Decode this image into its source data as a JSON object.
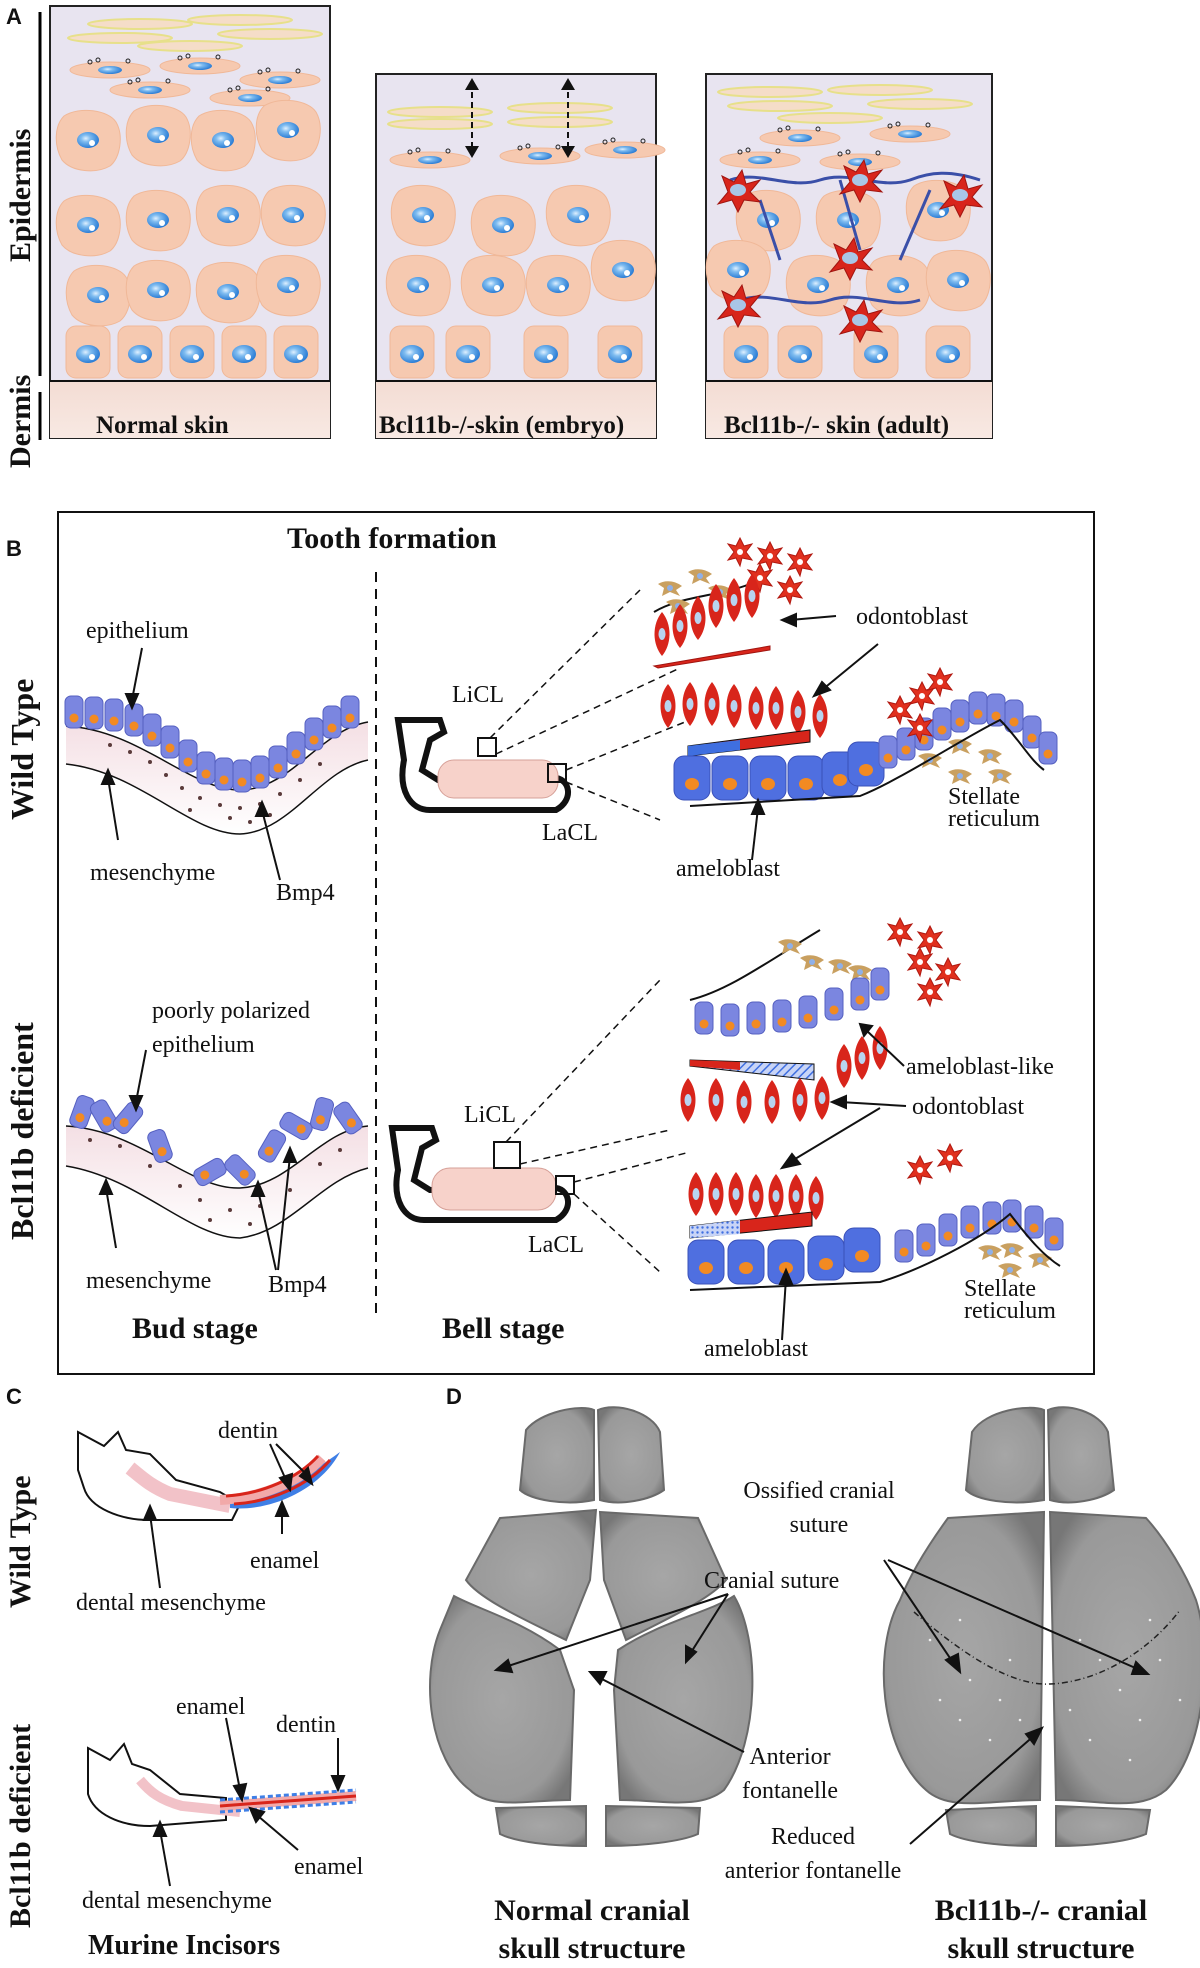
{
  "colors": {
    "cell": "#f6c9b0",
    "nucleus": "#4a9be0",
    "melanocyte": "#d8251b",
    "epi_blue": "#7b86e0",
    "ameloblast": "#4f6fe0",
    "dentin_red": "#d8251b",
    "enamel_blue": "#3f7fe6",
    "skull_gray": "#9a9a9a",
    "skin_bg": "#e7e3f0"
  },
  "panelA": {
    "letter": "A",
    "side_epidermis": "Epidermis",
    "side_dermis": "Dermis",
    "boxes": [
      {
        "label": "Normal skin"
      },
      {
        "label": "Bcl11b-/-skin (embryo)"
      },
      {
        "label": "Bcl11b-/- skin (adult)"
      }
    ]
  },
  "panelB": {
    "letter": "B",
    "title": "Tooth formation",
    "row_wt": "Wild Type",
    "row_def": "Bcl11b deficient",
    "wt": {
      "epithelium": "epithelium",
      "mesenchyme": "mesenchyme",
      "bmp4": "Bmp4",
      "licl": "LiCL",
      "lacl": "LaCL",
      "odontoblast": "odontoblast",
      "stellate": "Stellate\nreticulum",
      "ameloblast": "ameloblast"
    },
    "def": {
      "poorly": "poorly polarized",
      "epithelium": "epithelium",
      "mesenchyme": "mesenchyme",
      "bmp4": "Bmp4",
      "licl": "LiCL",
      "lacl": "LaCL",
      "ameloblast_like": "ameloblast-like",
      "odontoblast": "odontoblast",
      "stellate": "Stellate\nreticulum",
      "ameloblast": "ameloblast"
    },
    "bud_stage": "Bud stage",
    "bell_stage": "Bell stage"
  },
  "panelC": {
    "letter": "C",
    "row_wt": "Wild Type",
    "row_def": "Bcl11b deficient",
    "wt": {
      "dentin": "dentin",
      "enamel": "enamel",
      "mesenchyme": "dental mesenchyme"
    },
    "def": {
      "enamel_top": "enamel",
      "dentin": "dentin",
      "enamel_bottom": "enamel",
      "mesenchyme": "dental mesenchyme"
    },
    "caption": "Murine Incisors"
  },
  "panelD": {
    "letter": "D",
    "cranial_suture": "Cranial suture",
    "anterior_fontanelle": "Anterior\nfontanelle",
    "ossified": "Ossified cranial\nsuture",
    "reduced": "Reduced\nanterior fontanelle",
    "normal_caption": "Normal cranial\nskull structure",
    "mutant_caption": "Bcl11b-/- cranial\nskull structure"
  }
}
